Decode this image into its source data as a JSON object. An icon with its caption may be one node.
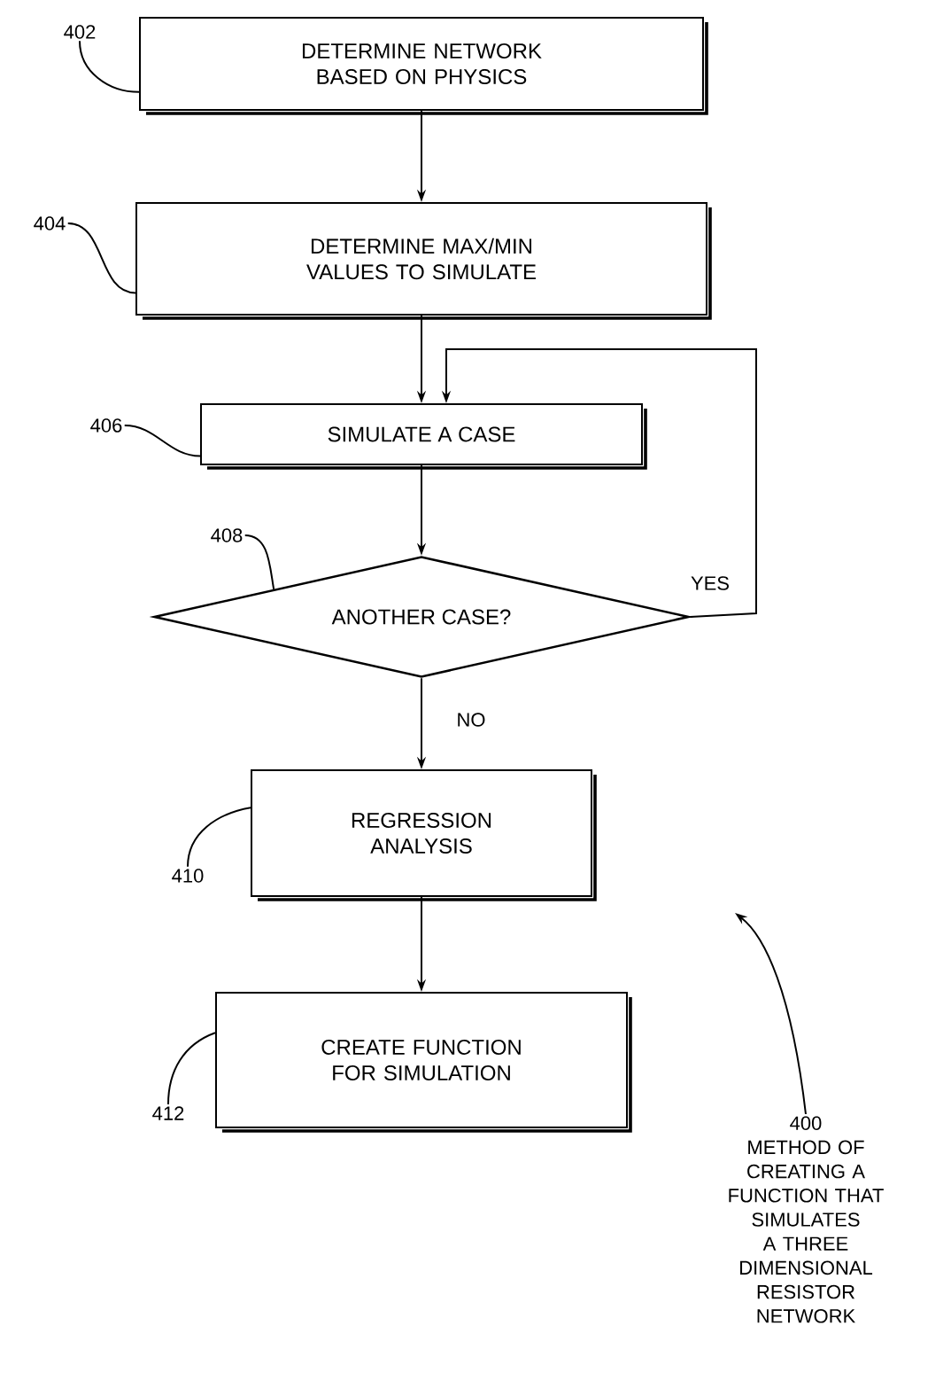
{
  "diagram": {
    "nodes": [
      {
        "text": [
          "DETERMINE NETWORK BASED ON PHYSICS"
        ]
      },
      {
        "text": [
          "DETERMINE MAX/MIN VALUES TO SIMULATE"
        ]
      },
      {
        "text": [
          "SIMULATE A CASE"
        ]
      },
      {
        "text": [
          "ANOTHER CASE?"
        ]
      },
      {
        "text": [
          "REGRESSION ANALYSIS"
        ]
      },
      {
        "text": [
          "CREATE FUNCTION FOR SIMULATION"
        ]
      },
      {
        "text": [
          "402"
        ]
      },
      {
        "text": [
          "404"
        ]
      },
      {
        "text": [
          "406"
        ]
      },
      {
        "text": [
          "408"
        ]
      },
      {
        "text": [
          "410"
        ]
      },
      {
        "text": [
          "412"
        ]
      },
      {
        "text": [
          "400",
          "METHOD OF CREATING A FUNCTION THAT SIMULATES A THREE DIMENSIONAL RESISTOR NETWORK"
        ]
      }
    ],
    "edges": [
      {
        "from": 0,
        "to": 1,
        "arrow": "to"
      },
      {
        "from": 1,
        "to": 2,
        "arrow": "to"
      },
      {
        "from": 2,
        "to": 3,
        "arrow": "to"
      },
      {
        "from": 3,
        "to": 2,
        "arrow": "to",
        "label": "YES"
      },
      {
        "from": 3,
        "to": 4,
        "arrow": "to",
        "label": "NO"
      },
      {
        "from": 4,
        "to": 5,
        "arrow": "to"
      },
      {
        "from": 6,
        "to": 0,
        "arrow": "none"
      },
      {
        "from": 7,
        "to": 1,
        "arrow": "none"
      },
      {
        "from": 8,
        "to": 2,
        "arrow": "none"
      },
      {
        "from": 9,
        "to": 3,
        "arrow": "none"
      },
      {
        "from": 10,
        "to": 4,
        "arrow": "none"
      },
      {
        "from": 11,
        "to": 5,
        "arrow": "none"
      },
      {
        "from": 12,
        "to": null,
        "arrow": "to"
      }
    ]
  }
}
